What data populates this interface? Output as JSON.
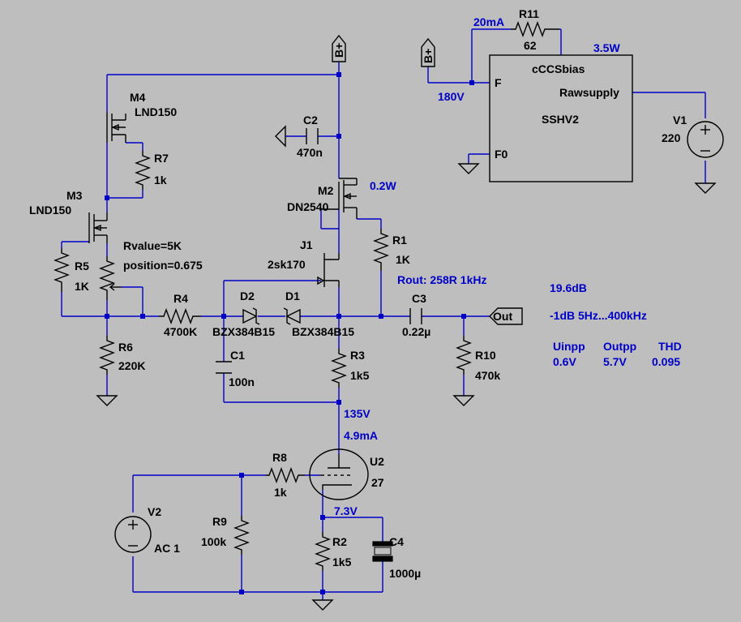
{
  "nets": {
    "bplus_top": "B+",
    "bplus_side": "B+",
    "out": "Out"
  },
  "components": {
    "M4": {
      "ref": "M4",
      "value": "LND150"
    },
    "R7": {
      "ref": "R7",
      "value": "1k"
    },
    "M3": {
      "ref": "M3",
      "value": "LND150"
    },
    "R5": {
      "ref": "R5",
      "value": "1K"
    },
    "pot": {
      "line1": "Rvalue=5K",
      "line2": "position=0.675"
    },
    "R6": {
      "ref": "R6",
      "value": "220K"
    },
    "R4": {
      "ref": "R4",
      "value": "4700K"
    },
    "C2": {
      "ref": "C2",
      "value": "470n"
    },
    "M2": {
      "ref": "M2",
      "value": "DN2540"
    },
    "J1": {
      "ref": "J1",
      "value": "2sk170"
    },
    "R1": {
      "ref": "R1",
      "value": "1K"
    },
    "D2": {
      "ref": "D2",
      "value": "BZX384B15"
    },
    "D1": {
      "ref": "D1",
      "value": "BZX384B15"
    },
    "C1": {
      "ref": "C1",
      "value": "100n"
    },
    "R3": {
      "ref": "R3",
      "value": "1k5"
    },
    "C3": {
      "ref": "C3",
      "value": "0.22µ"
    },
    "R10": {
      "ref": "R10",
      "value": "470k"
    },
    "R11": {
      "ref": "R11",
      "value": "62"
    },
    "V1": {
      "ref": "V1",
      "value": "220"
    },
    "U2": {
      "ref": "U2",
      "value": "27"
    },
    "R8": {
      "ref": "R8",
      "value": "1k"
    },
    "R9": {
      "ref": "R9",
      "value": "100k"
    },
    "V2": {
      "ref": "V2",
      "value": "AC 1"
    },
    "R2": {
      "ref": "R2",
      "value": "1k5"
    },
    "C4": {
      "ref": "C4",
      "value": "1000µ"
    }
  },
  "block": {
    "name": "cCCSbias",
    "pin_f": "F",
    "pin_f0": "F0",
    "pin_raw": "Rawsupply",
    "subtitle": "SSHV2"
  },
  "annotations": {
    "i_r11": "20mA",
    "v_f": "180V",
    "p_block": "3.5W",
    "p_m2": "0.2W",
    "rout": "Rout: 258R  1kHz",
    "gain": "19.6dB",
    "bandwidth": "-1dB  5Hz...400kHz",
    "hdr_uin": "Uinpp",
    "hdr_uout": "Outpp",
    "hdr_thd": "THD",
    "val_uin": "0.6V",
    "val_uout": "5.7V",
    "val_thd": "0.095",
    "v_plate": "135V",
    "i_plate": "4.9mA",
    "v_cathode": "7.3V"
  }
}
